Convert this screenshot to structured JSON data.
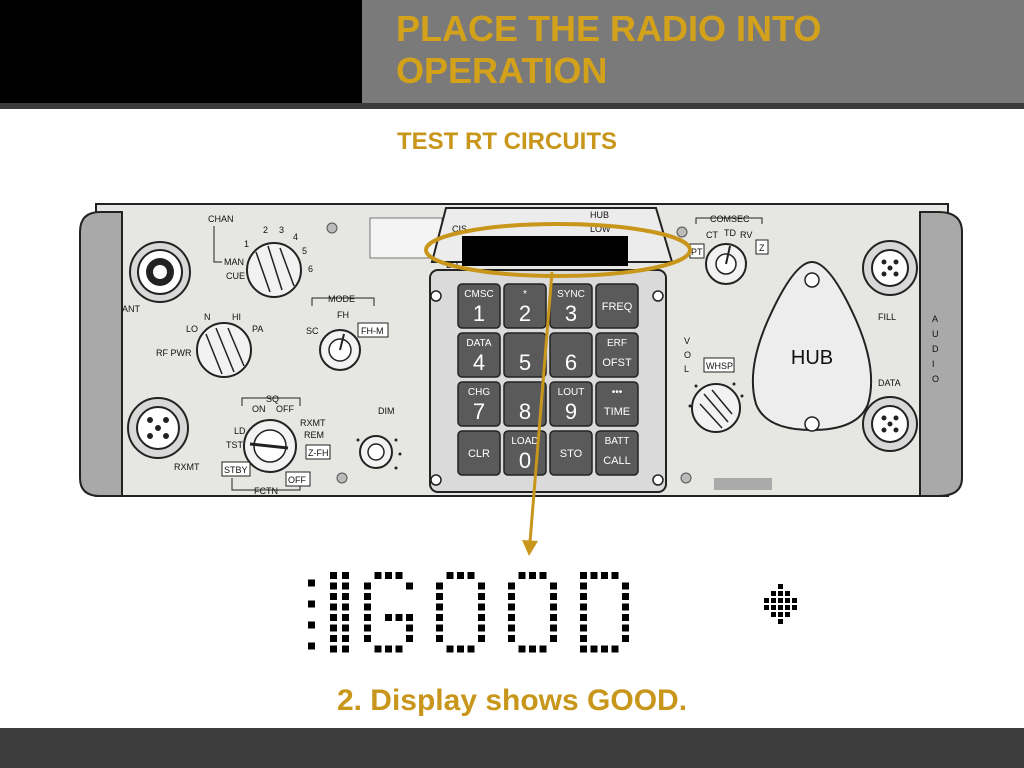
{
  "slide": {
    "title": "PLACE THE RADIO INTO OPERATION",
    "subtitle": "TEST RT CIRCUITS",
    "caption": "2.  Display shows GOOD.",
    "display_readout": "GOOD"
  },
  "radio": {
    "labels": {
      "chan": "CHAN",
      "man": "MAN",
      "cue": "CUE",
      "ant": "ANT",
      "lo": "LO",
      "n": "N",
      "hi": "HI",
      "pa": "PA",
      "rf_pwr": "RF PWR",
      "mode": "MODE",
      "fh": "FH",
      "sc": "SC",
      "fh_m": "FH-M",
      "sq": "SQ",
      "on": "ON",
      "off": "OFF",
      "ld": "LD",
      "tst": "TST",
      "rxmt_sw": "RXMT",
      "rem": "REM",
      "z_fh": "Z-FH",
      "stby": "STBY",
      "off_box": "OFF",
      "fctn": "FCTN",
      "dim": "DIM",
      "rxmt": "RXMT",
      "cis": "CIS",
      "lo_left": "LO",
      "hub_top": "HUB",
      "low": "LOW",
      "comsec": "COMSEC",
      "ct": "CT",
      "td": "TD",
      "rv": "RV",
      "pt": "PT",
      "z": "Z",
      "vol": "VOL",
      "whsp": "WHSP",
      "hub": "HUB",
      "fill": "FILL",
      "data": "DATA",
      "audio": "AUDIO"
    },
    "chan_positions": [
      "1",
      "2",
      "3",
      "4",
      "5",
      "6"
    ],
    "keypad": [
      {
        "top": "CMSC",
        "main": "1"
      },
      {
        "top": "*",
        "main": "2"
      },
      {
        "top": "SYNC",
        "main": "3"
      },
      {
        "top": "",
        "main": "FREQ"
      },
      {
        "top": "DATA",
        "main": "4"
      },
      {
        "top": "",
        "main": "5"
      },
      {
        "top": "",
        "main": "6"
      },
      {
        "top": "ERF",
        "main": "OFST"
      },
      {
        "top": "CHG",
        "main": "7"
      },
      {
        "top": "",
        "main": "8"
      },
      {
        "top": "LOUT",
        "main": "9"
      },
      {
        "top": "•••",
        "main": "TIME"
      },
      {
        "top": "",
        "main": "CLR"
      },
      {
        "top": "LOAD",
        "main": "0"
      },
      {
        "top": "",
        "main": "STO"
      },
      {
        "top": "BATT",
        "main": "CALL"
      }
    ]
  },
  "colors": {
    "accent": "#c8961a",
    "panel": "#e8e8e4",
    "key": "#5a5a5a",
    "arrow": "#c8961a"
  }
}
